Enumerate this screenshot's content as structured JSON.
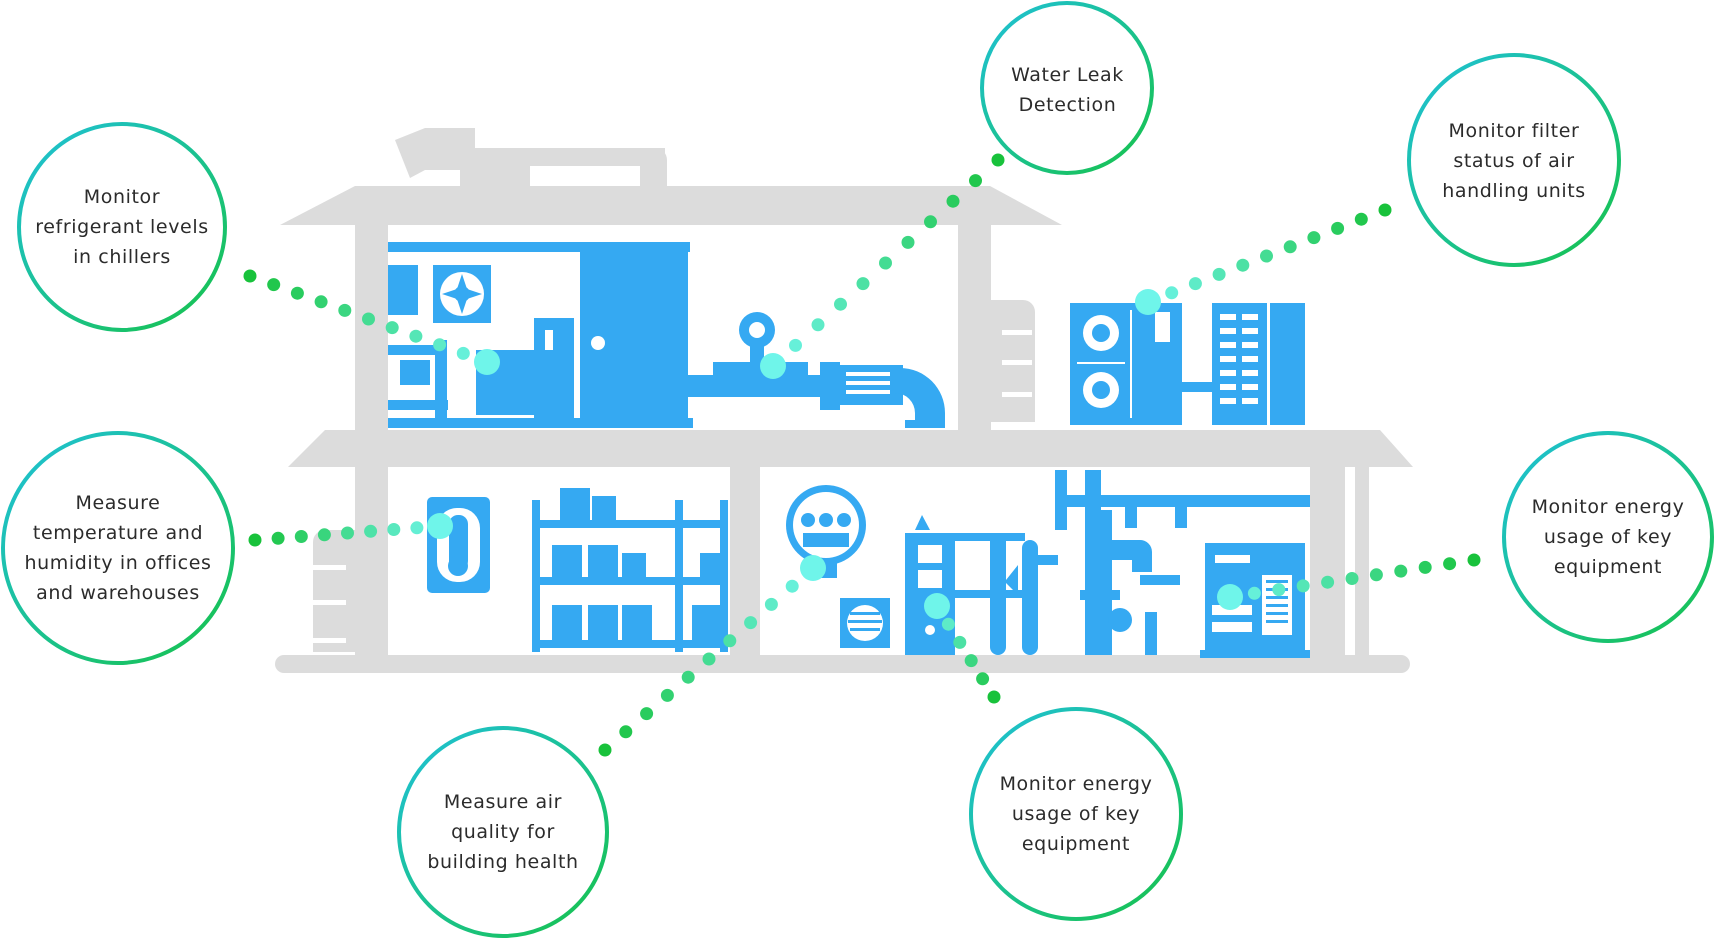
{
  "colors": {
    "building": "#dcdcdc",
    "equipment": "#35a9f2",
    "ring_start": "#1fc1d8",
    "ring_end": "#17c24a",
    "dot_start": "#18c23b",
    "dot_end": "#6ff5ea"
  },
  "callouts": [
    {
      "id": "refrigerant",
      "text": "Monitor\nrefrigerant levels\nin chillers"
    },
    {
      "id": "water-leak",
      "text": "Water Leak\nDetection"
    },
    {
      "id": "filter",
      "text": "Monitor filter\nstatus of air\nhandling units"
    },
    {
      "id": "temperature",
      "text": "Measure\ntemperature and\nhumidity in offices\nand warehouses"
    },
    {
      "id": "energy-right",
      "text": "Monitor energy\nusage of key\nequipment"
    },
    {
      "id": "air-quality",
      "text": "Measure air\nquality for\nbuilding health"
    },
    {
      "id": "energy-bottom",
      "text": "Monitor energy\nusage of key\nequipment"
    }
  ]
}
